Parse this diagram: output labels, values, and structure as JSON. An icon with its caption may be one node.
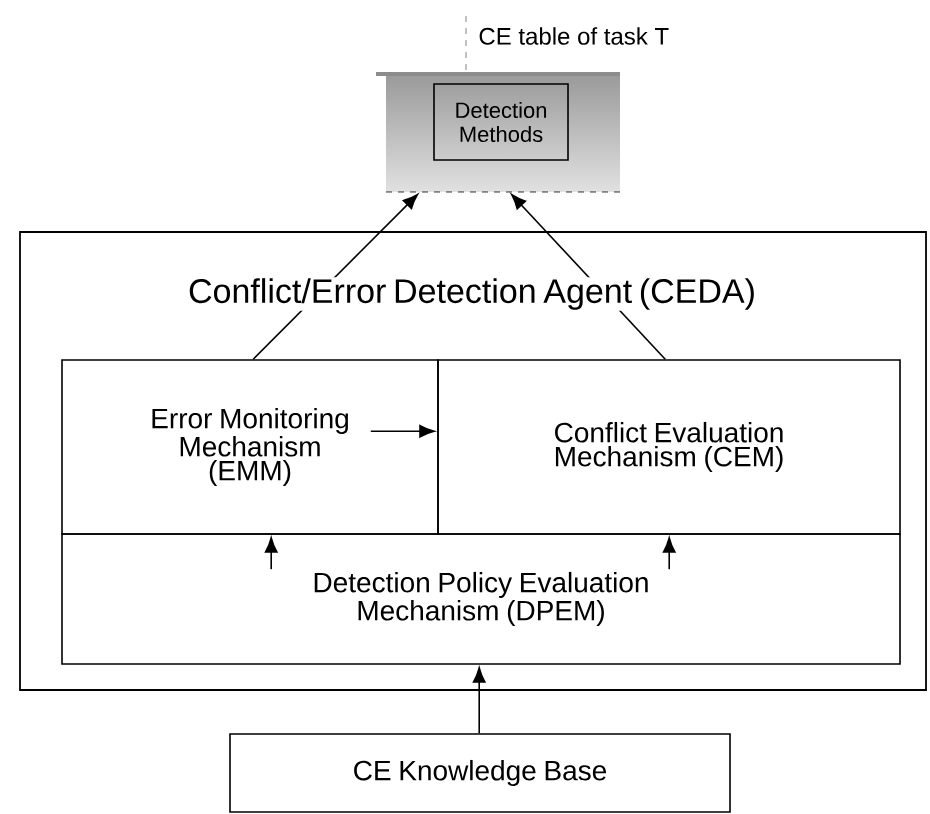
{
  "diagram": {
    "nodes": [
      {
        "text": [
          "CE table of task T"
        ]
      },
      {
        "text": [
          "Detection Methods"
        ],
        "in": 0
      },
      {
        "text": [
          "Conflict/Error Detection Agent (CEDA)"
        ]
      },
      {
        "text": [
          "Error Monitoring Mechanism (EMM)"
        ],
        "in": 2
      },
      {
        "text": [
          "Conflict Evaluation Mechanism (CEM)"
        ],
        "in": 2
      },
      {
        "text": [
          "Detection Policy Evaluation Mechanism (DPEM)"
        ],
        "in": 2
      },
      {
        "text": [
          "CE Knowledge Base"
        ]
      }
    ],
    "edges": [
      {
        "from": 3,
        "to": 0,
        "arrow": "to"
      },
      {
        "from": 4,
        "to": 0,
        "arrow": "to"
      },
      {
        "from": 3,
        "to": 4,
        "arrow": "to"
      },
      {
        "from": 5,
        "to": 3,
        "arrow": "to"
      },
      {
        "from": 5,
        "to": 4,
        "arrow": "to"
      },
      {
        "from": 6,
        "to": 5,
        "arrow": "to"
      }
    ]
  }
}
